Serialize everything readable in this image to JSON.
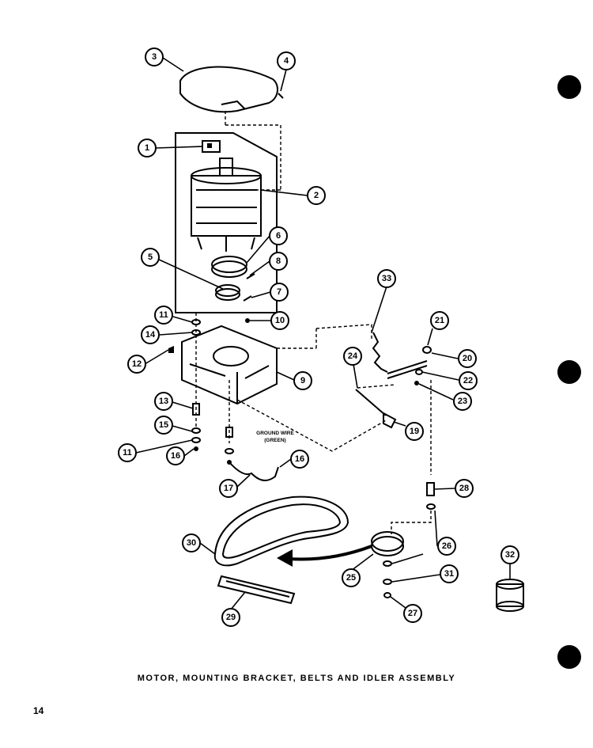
{
  "caption": "MOTOR, MOUNTING BRACKET, BELTS AND IDLER ASSEMBLY",
  "page_number": "14",
  "wire_label_line1": "GROUND WIRE",
  "wire_label_line2": "(GREEN)",
  "callouts": {
    "c1": "1",
    "c2": "2",
    "c3": "3",
    "c4": "4",
    "c5": "5",
    "c6": "6",
    "c7": "7",
    "c8": "8",
    "c9": "9",
    "c10": "10",
    "c11a": "11",
    "c11b": "11",
    "c12": "12",
    "c13": "13",
    "c14": "14",
    "c15": "15",
    "c16a": "16",
    "c16b": "16",
    "c17": "17",
    "c19": "19",
    "c20": "20",
    "c21": "21",
    "c22": "22",
    "c23": "23",
    "c24": "24",
    "c25": "25",
    "c26": "26",
    "c27": "27",
    "c28": "28",
    "c29": "29",
    "c30": "30",
    "c31": "31",
    "c32": "32",
    "c33": "33"
  }
}
